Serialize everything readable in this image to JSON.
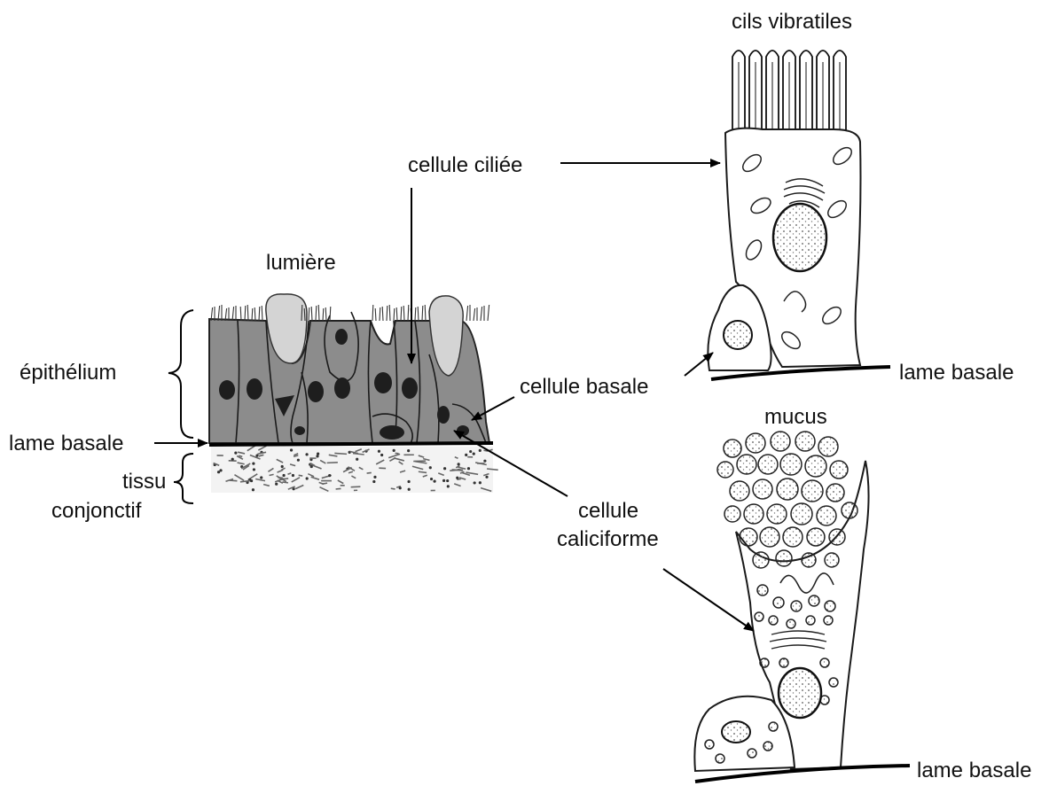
{
  "labels": {
    "cils_vibratiles": "cils vibratiles",
    "cellule_ciliee": "cellule ciliée",
    "lumiere": "lumière",
    "epithelium": "épithélium",
    "cellule_basale": "cellule basale",
    "lame_basale_left": "lame basale",
    "lame_basale_top": "lame basale",
    "lame_basale_bottom": "lame basale",
    "tissu": "tissu",
    "conjonctif": "conjonctif",
    "mucus": "mucus",
    "cellule": "cellule",
    "caliciforme": "caliciforme"
  },
  "colors": {
    "epithelium_fill": "#8a8a8a",
    "lumen_fill": "#d2d2d2",
    "nucleus_fill": "#222222",
    "line": "#000000"
  }
}
